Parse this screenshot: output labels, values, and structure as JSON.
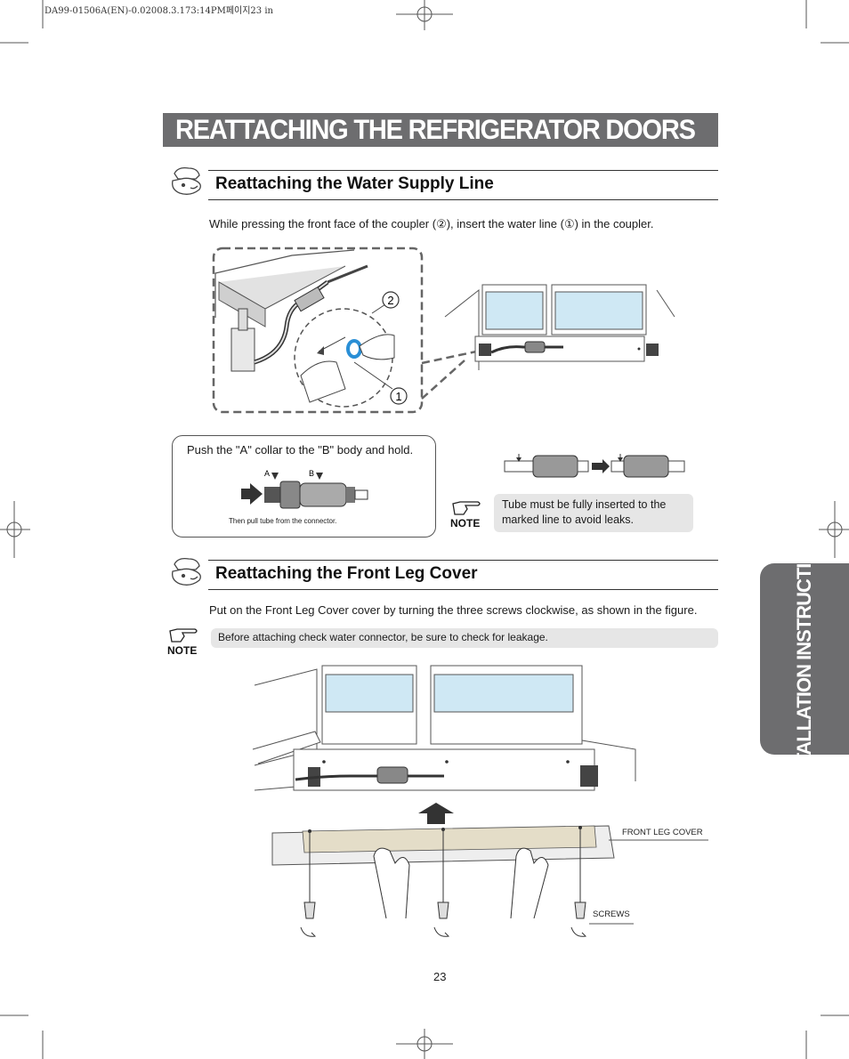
{
  "print_header": "DA99-01506A(EN)-0.02008.3.173:14PM페이지23 in",
  "page_title": "REATTACHING THE REFRIGERATOR DOORS",
  "section1": {
    "heading": "Reattaching the Water Supply Line",
    "instruction": "While pressing the front face of the coupler (②), insert the water line (①) in the coupler.",
    "marker_1": "1",
    "marker_2": "2",
    "callout_text": "Push the \"A\" collar to the \"B\" body and hold.",
    "callout_label_a": "A",
    "callout_label_b": "B",
    "callout_caption": "Then pull tube from the connector.",
    "note_label": "NOTE",
    "note_text_line1": "Tube must be fully inserted to the",
    "note_text_line2": "marked line to avoid leaks."
  },
  "section2": {
    "heading": "Reattaching the Front  Leg Cover",
    "instruction": "Put on the Front Leg Cover cover by turning the three screws clockwise, as shown in the figure.",
    "note_label": "NOTE",
    "note_text": "Before attaching check water connector, be sure to check for leakage.",
    "label_front_leg_cover": "FRONT LEG COVER",
    "label_screws": "SCREWS"
  },
  "side_tab": "INSTALLATION INSTRUCTIONS",
  "page_number": "23",
  "colors": {
    "title_bar": "#6d6d6f",
    "note_bg": "#e6e6e6",
    "drawer_blue": "#cfe8f4",
    "coupler_ring": "#2a8fd6"
  }
}
